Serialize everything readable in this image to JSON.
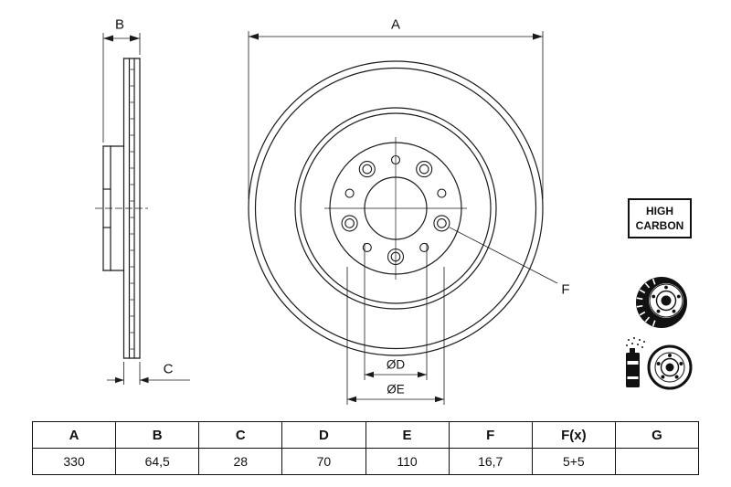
{
  "drawing": {
    "labels": {
      "a": "A",
      "b": "B",
      "c": "C",
      "d": "ØD",
      "e": "ØE",
      "f": "F"
    },
    "badge": {
      "line1": "HIGH",
      "line2": "CARBON"
    },
    "icons": [
      "vented-brake-disc-icon",
      "spray-can-and-disc-icon"
    ],
    "line_color": "#1a1a1a"
  },
  "table": {
    "headers": [
      "A",
      "B",
      "C",
      "D",
      "E",
      "F",
      "F(x)",
      "G"
    ],
    "values": [
      "330",
      "64,5",
      "28",
      "70",
      "110",
      "16,7",
      "5+5",
      ""
    ]
  }
}
